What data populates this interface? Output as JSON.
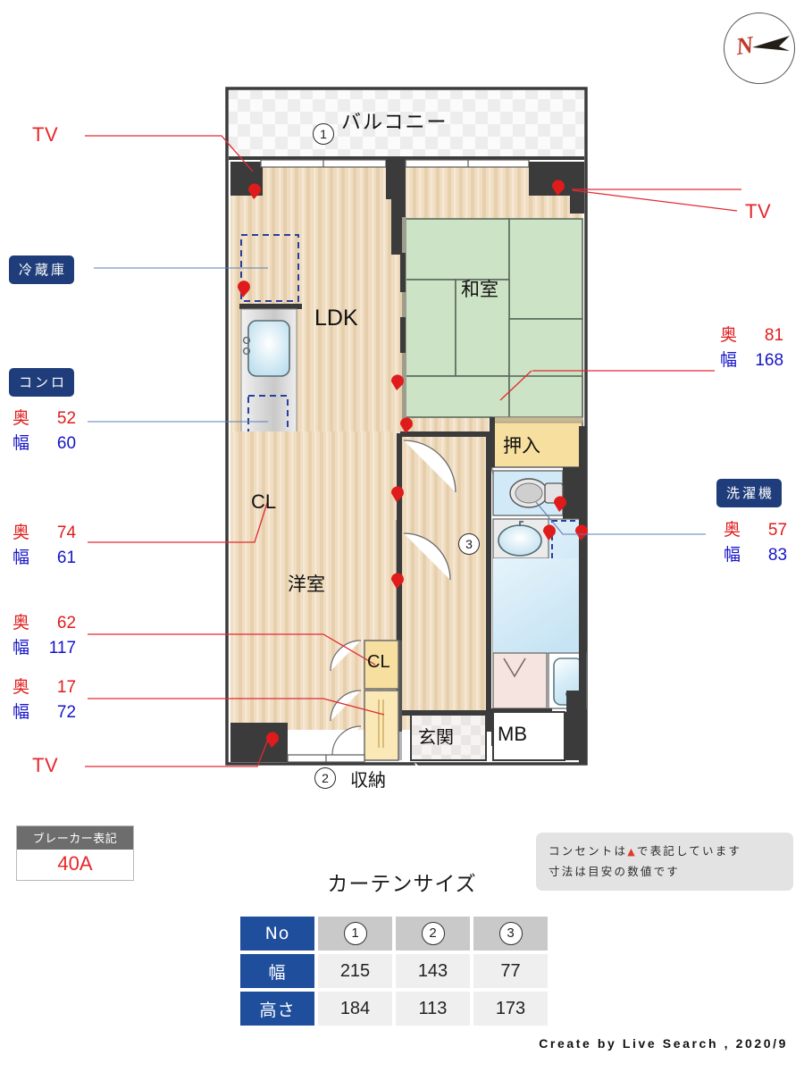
{
  "compass": {
    "north_letter": "N"
  },
  "plan": {
    "rooms": [
      {
        "key": "balcony",
        "label": "バルコニー"
      },
      {
        "key": "ldk",
        "label": "LDK"
      },
      {
        "key": "washitsu",
        "label": "和室"
      },
      {
        "key": "yoshitsu",
        "label": "洋室"
      },
      {
        "key": "oshiire",
        "label": "押入"
      },
      {
        "key": "genkan",
        "label": "玄関"
      },
      {
        "key": "mb",
        "label": "MB"
      },
      {
        "key": "cl_upper",
        "label": "CL"
      },
      {
        "key": "cl_lower",
        "label": "CL"
      },
      {
        "key": "shuunou",
        "label": "収納"
      }
    ],
    "window_markers": [
      "1",
      "2",
      "3"
    ]
  },
  "annotations": {
    "left": [
      {
        "key": "tv_top",
        "type": "tv",
        "label": "TV"
      },
      {
        "key": "fridge",
        "type": "badge",
        "label": "冷蔵庫"
      },
      {
        "key": "konro",
        "type": "badge",
        "label": "コンロ",
        "depth_label": "奥",
        "depth": "52",
        "width_label": "幅",
        "width": "60"
      },
      {
        "key": "cl_upper_dim",
        "type": "dim",
        "depth_label": "奥",
        "depth": "74",
        "width_label": "幅",
        "width": "61"
      },
      {
        "key": "yoshitsu_dim",
        "type": "dim",
        "depth_label": "奥",
        "depth": "62",
        "width_label": "幅",
        "width": "117"
      },
      {
        "key": "cl_lower_dim",
        "type": "dim",
        "depth_label": "奥",
        "depth": "17",
        "width_label": "幅",
        "width": "72"
      },
      {
        "key": "tv_bottom",
        "type": "tv",
        "label": "TV"
      }
    ],
    "right": [
      {
        "key": "tv_right",
        "type": "tv",
        "label": "TV"
      },
      {
        "key": "oshiire_dim",
        "type": "dim",
        "depth_label": "奥",
        "depth": "81",
        "width_label": "幅",
        "width": "168"
      },
      {
        "key": "washer",
        "type": "badge",
        "label": "洗濯機",
        "depth_label": "奥",
        "depth": "57",
        "width_label": "幅",
        "width": "83"
      }
    ]
  },
  "breaker": {
    "title": "ブレーカー表記",
    "value": "40A"
  },
  "notes": {
    "line1_pre": "コンセントは",
    "line1_symbol": "▲",
    "line1_post": "で表記しています",
    "line2": "寸法は目安の数値です"
  },
  "curtain": {
    "title": "カーテンサイズ",
    "row_headers": [
      "No",
      "幅",
      "高さ"
    ],
    "columns": [
      "1",
      "2",
      "3"
    ],
    "width_values": [
      "215",
      "143",
      "77"
    ],
    "height_values": [
      "184",
      "113",
      "173"
    ]
  },
  "footer": {
    "text": "Create by Live Search , 2020/9"
  },
  "colors": {
    "badge_navy": "#1f3d7a",
    "table_navy": "#1f4e9c",
    "depth_red": "#e01b1b",
    "width_blue": "#1414c8",
    "tv_red": "#e8262b",
    "tatami_green": "#cde3c5",
    "floor_beige": "#edd9bd",
    "closet_yellow": "#f7dfa0",
    "water_blue": "#cde6f5",
    "wall_dark": "#3b3b3b"
  }
}
